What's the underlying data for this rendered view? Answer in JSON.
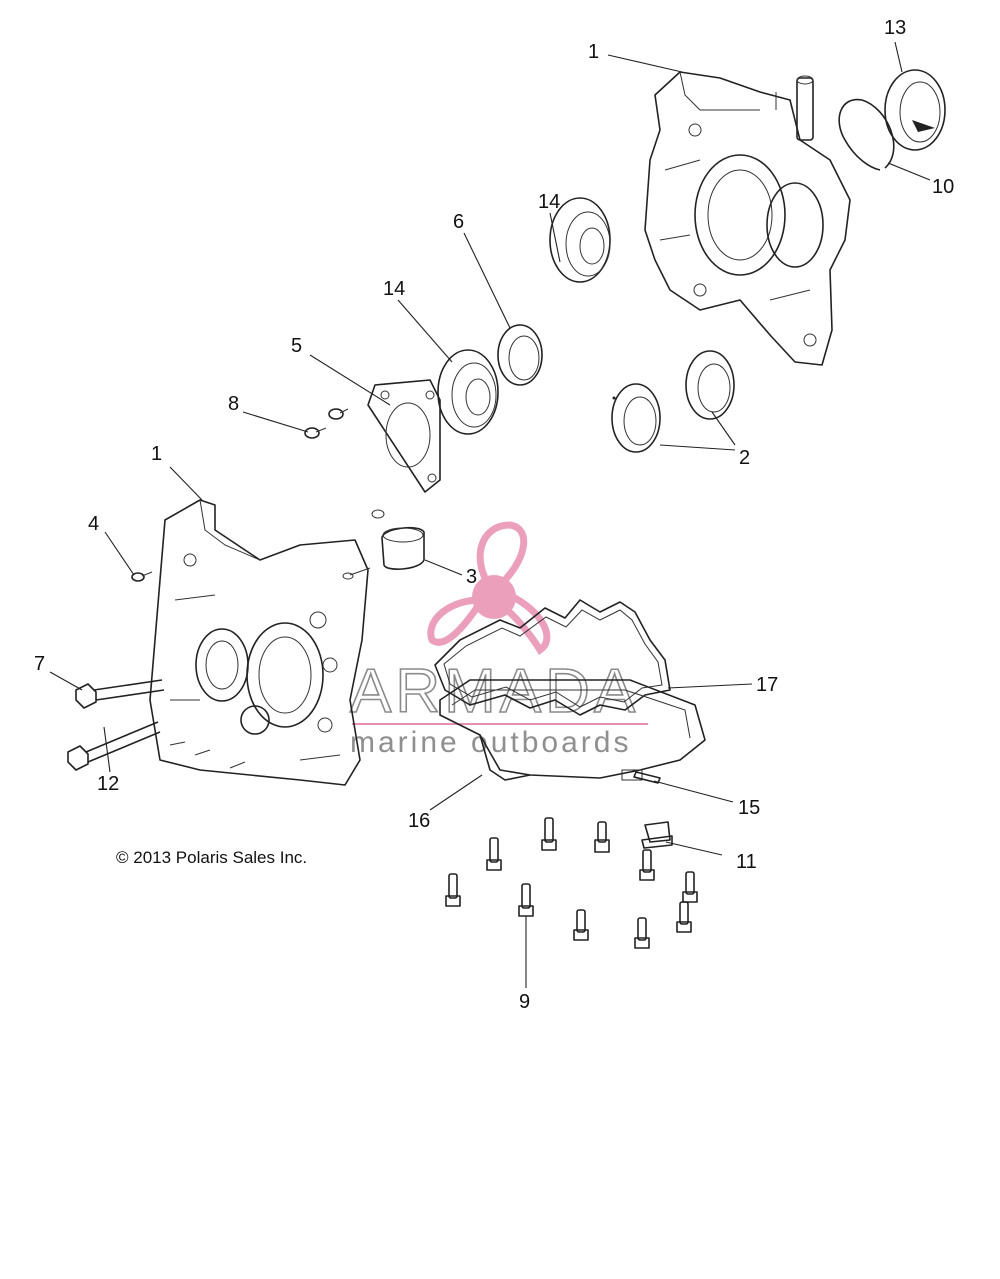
{
  "copyright": "© 2013 Polaris Sales Inc.",
  "watermark": {
    "brand": "ARMADA",
    "tagline": "marine outboards",
    "accent_color": "#e88fb0",
    "logo_icon": "propeller-icon"
  },
  "callouts": {
    "c1_top": "1",
    "c13": "13",
    "c10": "10",
    "c14_top": "14",
    "c6": "6",
    "c14_left": "14",
    "c5": "5",
    "c8": "8",
    "c2": "2",
    "c1_left": "1",
    "c4": "4",
    "c3": "3",
    "c17": "17",
    "c7": "7",
    "c12": "12",
    "c16": "16",
    "c15": "15",
    "c11": "11",
    "c9": "9"
  }
}
